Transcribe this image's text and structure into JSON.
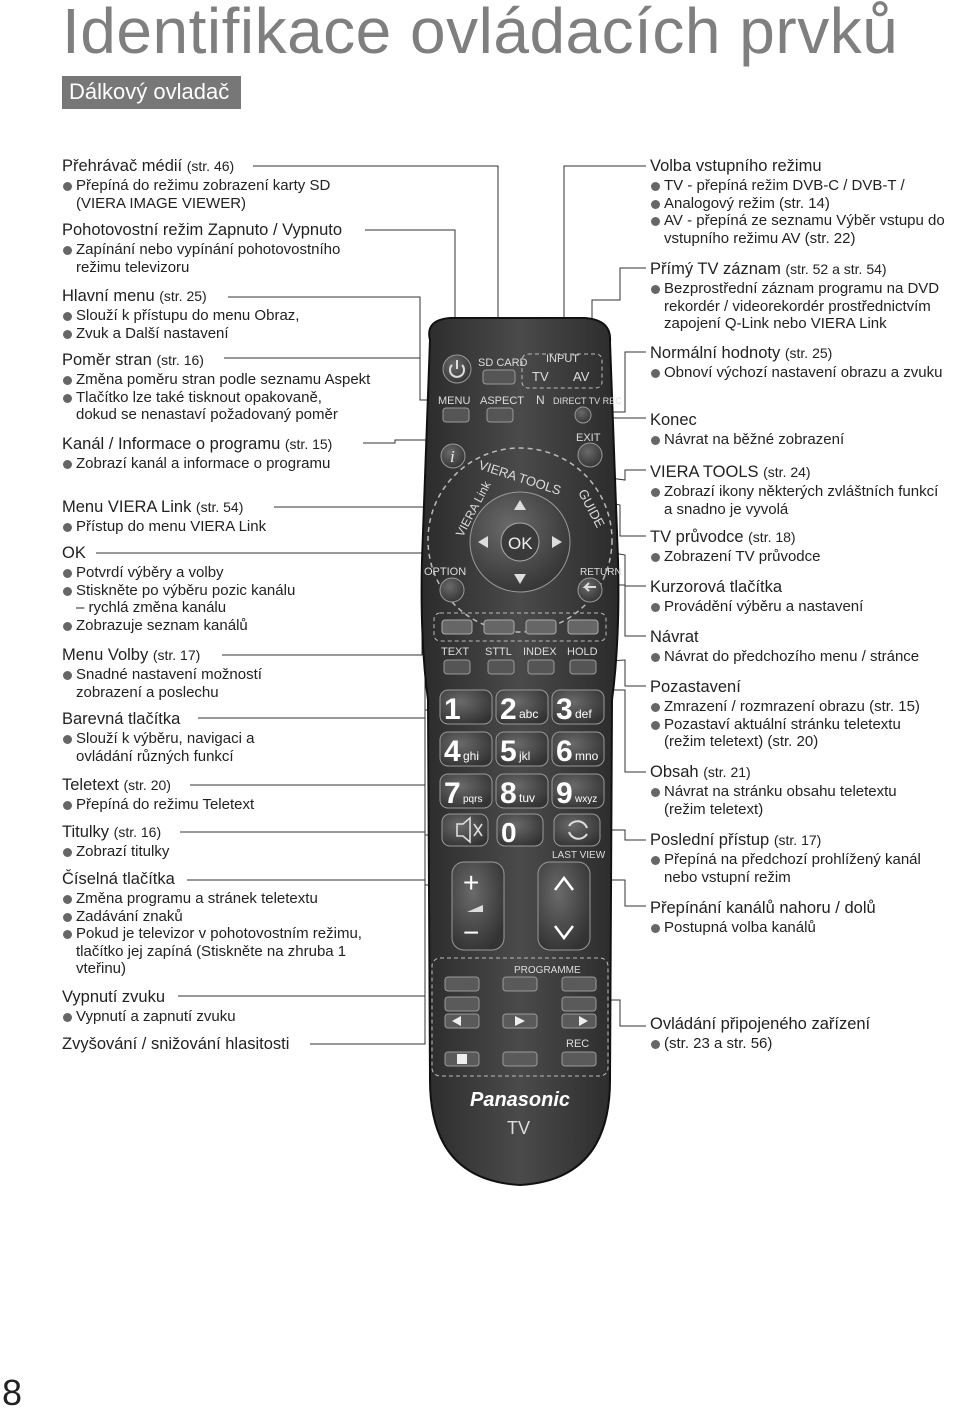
{
  "page": {
    "title": "Identifikace ovládacích prvků",
    "section": "Dálkový ovladač",
    "page_number": "8"
  },
  "left": [
    {
      "h": "Přehrávač médií",
      "p": "(str. 46)",
      "b": [
        "Přepíná do režimu zobrazení karty SD",
        "(VIERA IMAGE VIEWER)"
      ]
    },
    {
      "h": "Pohotovostní režim Zapnuto / Vypnuto",
      "p": "",
      "b": [
        "Zapínání nebo vypínání pohotovostního",
        "režimu televizoru"
      ]
    },
    {
      "h": "Hlavní menu",
      "p": "(str. 25)",
      "b": [
        "Slouží k přístupu do menu Obraz,",
        "Zvuk a Další nastavení"
      ]
    },
    {
      "h": "Poměr stran",
      "p": "(str. 16)",
      "b": [
        "Změna poměru stran podle seznamu Aspekt",
        "Tlačítko lze také tisknout opakovaně,",
        "dokud se nenastaví požadovaný poměr"
      ]
    },
    {
      "h": "Kanál / Informace o programu",
      "p": "(str. 15)",
      "b": [
        "Zobrazí kanál a informace o programu"
      ]
    },
    {
      "h": "Menu VIERA Link",
      "p": "(str. 54)",
      "b": [
        "Přístup do menu VIERA Link"
      ]
    },
    {
      "h": "OK",
      "p": "",
      "b": [
        "Potvrdí výběry a volby",
        "Stiskněte po výběru pozic kanálu",
        "– rychlá změna kanálu",
        "Zobrazuje seznam kanálů"
      ]
    },
    {
      "h": "Menu Volby",
      "p": "(str. 17)",
      "b": [
        "Snadné nastavení možností",
        "zobrazení a poslechu"
      ]
    },
    {
      "h": "Barevná tlačítka",
      "p": "",
      "b": [
        "Slouží k výběru, navigaci a",
        "ovládání různých funkcí"
      ]
    },
    {
      "h": "Teletext",
      "p": "(str. 20)",
      "b": [
        "Přepíná do režimu Teletext"
      ]
    },
    {
      "h": "Titulky",
      "p": "(str. 16)",
      "b": [
        "Zobrazí titulky"
      ]
    },
    {
      "h": "Číselná tlačítka",
      "p": "",
      "b": [
        "Změna programu a stránek teletextu",
        "Zadávání znaků",
        "Pokud je televizor v pohotovostním režimu,",
        "tlačítko jej zapíná (Stiskněte na zhruba 1",
        "vteřinu)"
      ]
    },
    {
      "h": "Vypnutí zvuku",
      "p": "",
      "b": [
        "Vypnutí a zapnutí zvuku"
      ]
    },
    {
      "h": "Zvyšování / snižování hlasitosti",
      "p": "",
      "b": []
    }
  ],
  "right": [
    {
      "h": "Volba vstupního režimu",
      "p": "",
      "b": [
        "TV - přepíná režim DVB-C / DVB-T /",
        "Analogový režim (str. 14)",
        "AV - přepíná ze seznamu Výběr vstupu do",
        "vstupního režimu AV (str. 22)"
      ]
    },
    {
      "h": "Přímý TV záznam",
      "p": "(str. 52 a str. 54)",
      "b": [
        "Bezprostřední záznam programu na DVD",
        "rekordér / videorekordér prostřednictvím",
        "zapojení Q-Link nebo VIERA Link"
      ]
    },
    {
      "h": "Normální hodnoty",
      "p": "(str. 25)",
      "b": [
        "Obnoví výchozí nastavení obrazu a zvuku"
      ]
    },
    {
      "h": "Konec",
      "p": "",
      "b": [
        "Návrat na běžné zobrazení"
      ]
    },
    {
      "h": "VIERA TOOLS",
      "p": "(str. 24)",
      "b": [
        "Zobrazí ikony některých zvláštních funkcí",
        "a snadno je vyvolá"
      ]
    },
    {
      "h": "TV průvodce",
      "p": "(str. 18)",
      "b": [
        "Zobrazení TV průvodce"
      ]
    },
    {
      "h": "Kurzorová tlačítka",
      "p": "",
      "b": [
        "Provádění výběru a nastavení"
      ]
    },
    {
      "h": "Návrat",
      "p": "",
      "b": [
        "Návrat do předchozího menu / stránce"
      ]
    },
    {
      "h": "Pozastavení",
      "p": "",
      "b": [
        "Zmrazení / rozmrazení obrazu (str. 15)",
        "Pozastaví aktuální stránku teletextu",
        "(režim teletext) (str. 20)"
      ]
    },
    {
      "h": "Obsah",
      "p": "(str. 21)",
      "b": [
        "Návrat na stránku obsahu teletextu",
        "(režim teletext)"
      ]
    },
    {
      "h": "Poslední přístup",
      "p": "(str. 17)",
      "b": [
        "Přepíná na předchozí prohlížený kanál",
        "nebo vstupní režim"
      ]
    },
    {
      "h": "Přepínání kanálů nahoru / dolů",
      "p": "",
      "b": [
        "Postupná volba kanálů"
      ]
    },
    {
      "h": "Ovládání připojeného zařízení",
      "p": "",
      "b": [
        "(str. 23 a str. 56)"
      ]
    }
  ],
  "remote": {
    "sd_card": "SD CARD",
    "input": "INPUT",
    "tv": "TV",
    "av": "AV",
    "menu": "MENU",
    "aspect": "ASPECT",
    "n": "N",
    "direct_rec": "DIRECT TV REC",
    "exit": "EXIT",
    "info": "i",
    "viera_tools": "VIERA TOOLS",
    "viera_link": "VIERA Link",
    "guide": "GUIDE",
    "ok": "OK",
    "option": "OPTION",
    "return": "RETURN",
    "text": "TEXT",
    "sttl": "STTL",
    "index": "INDEX",
    "hold": "HOLD",
    "keys": [
      {
        "n": "1",
        "l": ""
      },
      {
        "n": "2",
        "l": "abc"
      },
      {
        "n": "3",
        "l": "def"
      },
      {
        "n": "4",
        "l": "ghi"
      },
      {
        "n": "5",
        "l": "jkl"
      },
      {
        "n": "6",
        "l": "mno"
      },
      {
        "n": "7",
        "l": "pqrs"
      },
      {
        "n": "8",
        "l": "tuv"
      },
      {
        "n": "9",
        "l": "wxyz"
      }
    ],
    "zero": "0",
    "last_view": "LAST VIEW",
    "plus": "+",
    "minus": "−",
    "programme": "PROGRAMME",
    "rec": "REC",
    "brand": "Panasonic",
    "tvlabel": "TV"
  }
}
